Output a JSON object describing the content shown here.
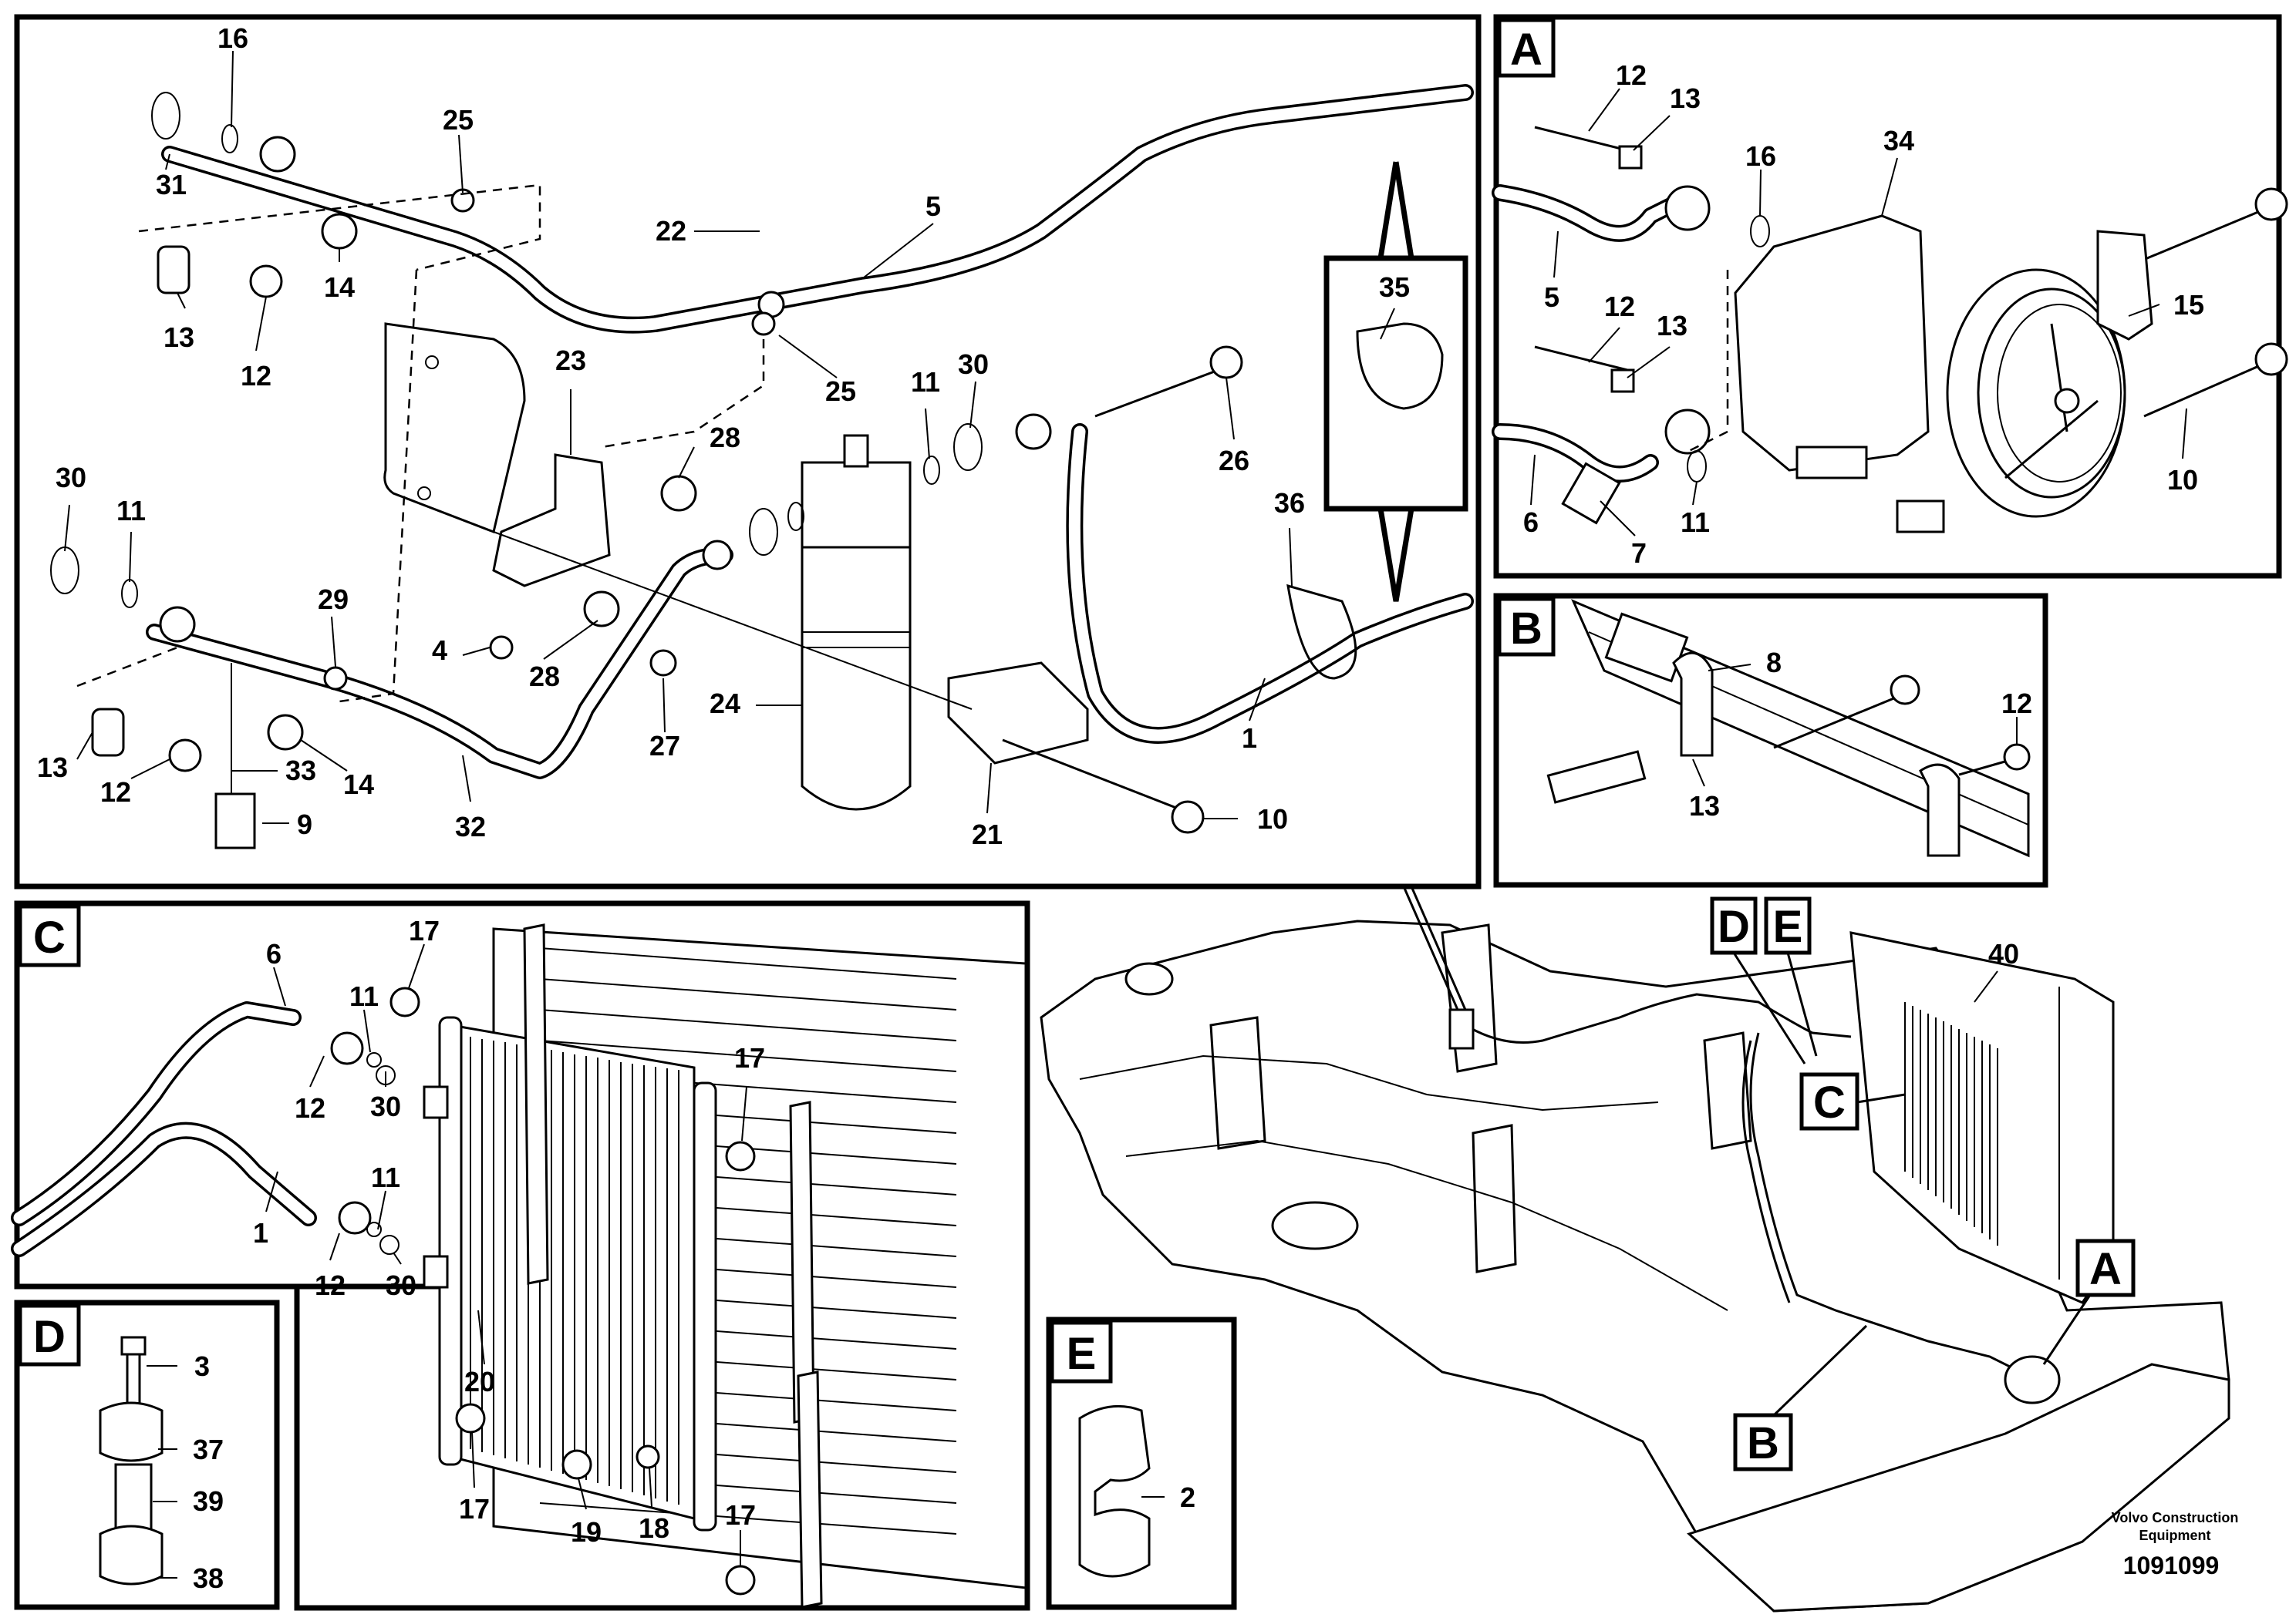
{
  "callouts": {
    "main": [
      "16",
      "31",
      "25",
      "5",
      "22",
      "13",
      "12",
      "14",
      "25",
      "23",
      "28",
      "11",
      "30",
      "26",
      "36",
      "30",
      "11",
      "29",
      "4",
      "28",
      "24",
      "1",
      "27",
      "13",
      "12",
      "14",
      "33",
      "32",
      "21",
      "10",
      "9",
      "35"
    ],
    "a": [
      "12",
      "13",
      "16",
      "34",
      "5",
      "12",
      "13",
      "15",
      "6",
      "7",
      "11",
      "10"
    ],
    "b": [
      "8",
      "12",
      "13"
    ],
    "c": [
      "6",
      "17",
      "11",
      "12",
      "30",
      "17",
      "11",
      "1",
      "12",
      "30",
      "20",
      "17",
      "19",
      "18",
      "17"
    ],
    "d": [
      "3",
      "37",
      "39",
      "38"
    ],
    "e": [
      "2"
    ],
    "overview": [
      "40"
    ]
  },
  "boxes": {
    "a": "A",
    "b": "B",
    "c": "C",
    "d": "D",
    "e": "E"
  },
  "overview_tags": [
    "D",
    "E",
    "C",
    "A",
    "B"
  ],
  "footer": {
    "brand_line1": "Volvo Construction",
    "brand_line2": "Equipment",
    "doc_number": "1091099"
  }
}
